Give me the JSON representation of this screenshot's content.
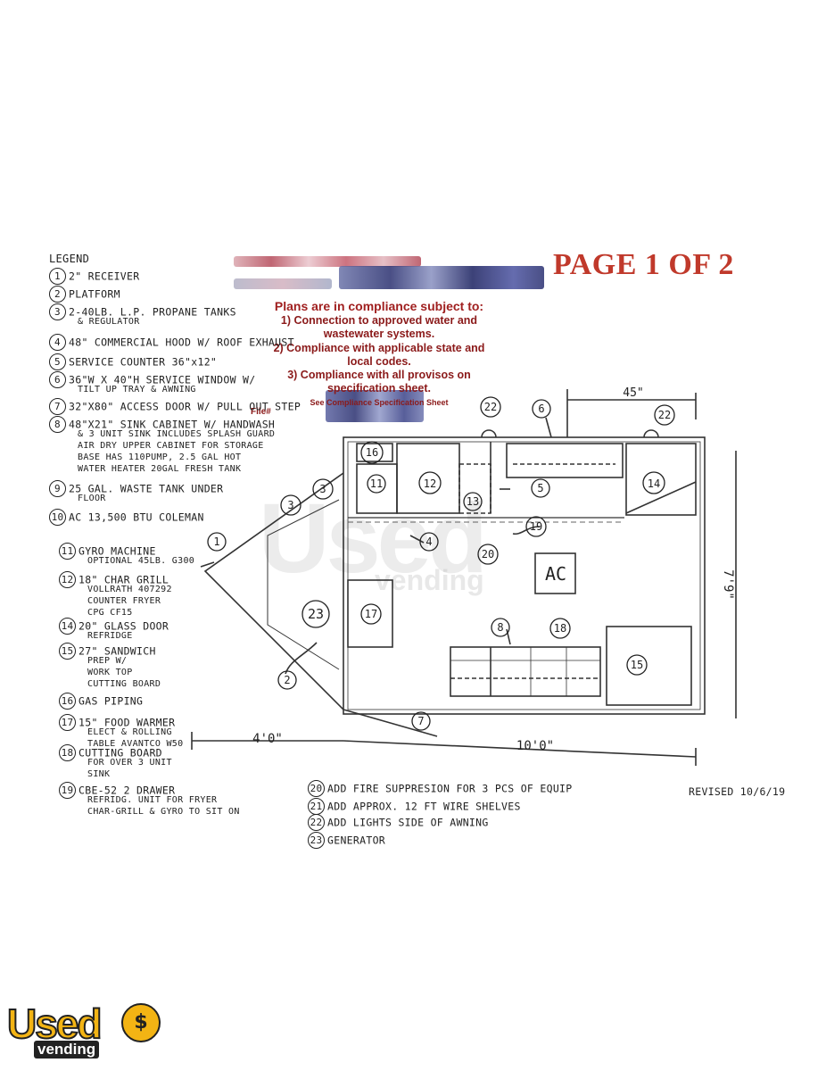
{
  "page_title": "PAGE 1 OF 2",
  "legend": {
    "title": "LEGEND",
    "items": [
      {
        "num": "1",
        "text": "2\" RECEIVER",
        "sub": []
      },
      {
        "num": "2",
        "text": "PLATFORM",
        "sub": []
      },
      {
        "num": "3",
        "text": "2-40LB. L.P. PROPANE TANKS",
        "sub": [
          "& REGULATOR"
        ]
      },
      {
        "num": "4",
        "text": "48\" COMMERCIAL HOOD W/ ROOF EXHAUST",
        "sub": []
      },
      {
        "num": "5",
        "text": "SERVICE COUNTER 36\"x12\"",
        "sub": []
      },
      {
        "num": "6",
        "text": "36\"W X 40\"H SERVICE WINDOW W/",
        "sub": [
          "TILT UP TRAY & AWNING"
        ]
      },
      {
        "num": "7",
        "text": "32\"X80\" ACCESS DOOR W/ PULL OUT STEP",
        "sub": []
      },
      {
        "num": "8",
        "text": "48\"X21\" SINK CABINET W/ HANDWASH",
        "sub": [
          "& 3 UNIT SINK INCLUDES SPLASH GUARD",
          "AIR DRY UPPER CABINET FOR STORAGE",
          "BASE HAS 110PUMP, 2.5 GAL HOT",
          "WATER HEATER 20GAL FRESH TANK"
        ]
      },
      {
        "num": "9",
        "text": "25 GAL. WASTE TANK UNDER",
        "sub": [
          "FLOOR"
        ]
      },
      {
        "num": "10",
        "text": "AC 13,500 BTU COLEMAN",
        "sub": []
      },
      {
        "num": "11",
        "text": "GYRO MACHINE",
        "sub": [
          "OPTIONAL 45LB. G300"
        ]
      },
      {
        "num": "12",
        "text": "18\" CHAR GRILL",
        "sub": [
          "VOLLRATH 407292",
          "COUNTER FRYER",
          "CPG CF15"
        ]
      },
      {
        "num": "14",
        "text": "20\" GLASS DOOR",
        "sub": [
          "REFRIDGE"
        ]
      },
      {
        "num": "15",
        "text": "27\" SANDWICH",
        "sub": [
          "PREP W/",
          "WORK TOP",
          "CUTTING BOARD"
        ]
      },
      {
        "num": "16",
        "text": "GAS PIPING",
        "sub": []
      },
      {
        "num": "17",
        "text": "15\" FOOD WARMER",
        "sub": [
          "ELECT & ROLLING",
          "TABLE AVANTCO W50"
        ]
      },
      {
        "num": "18",
        "text": "CUTTING BOARD",
        "sub": [
          "FOR OVER 3 UNIT",
          "SINK"
        ]
      },
      {
        "num": "19",
        "text": "CBE-52 2 DRAWER",
        "sub": [
          "REFRIDG. UNIT FOR FRYER",
          "CHAR-GRILL & GYRO TO SIT ON"
        ]
      },
      {
        "num": "20",
        "text": "ADD FIRE SUPPRESION FOR 3 PCS OF EQUIP",
        "sub": []
      },
      {
        "num": "21",
        "text": "ADD APPROX. 12 FT WIRE SHELVES",
        "sub": []
      },
      {
        "num": "22",
        "text": "ADD LIGHTS SIDE OF AWNING",
        "sub": []
      },
      {
        "num": "23",
        "text": "GENERATOR",
        "sub": []
      }
    ]
  },
  "stamp": {
    "title": "Plans are in compliance subject to:",
    "lines": [
      "1) Connection to approved water and",
      "wastewater systems.",
      "2) Compliance with applicable state and",
      "local codes.",
      "3) Compliance with all provisos on",
      "specification sheet."
    ],
    "see": "See Compliance Specification Sheet",
    "file": "File#"
  },
  "revised": "REVISED 10/6/19",
  "plan": {
    "labels": {
      "ac": "AC",
      "dim_45": "45\"",
      "dim_79": "7'9\"",
      "dim_40": "4'0\"",
      "dim_100": "10'0\"",
      "n1": "1",
      "n2": "2",
      "n3a": "3",
      "n3b": "3",
      "n4": "4",
      "n5": "5",
      "n6": "6",
      "n7": "7",
      "n8": "8",
      "n11": "11",
      "n12": "12",
      "n13": "13",
      "n14": "14",
      "n15": "15",
      "n16": "16",
      "n17": "17",
      "n18": "18",
      "n19": "19",
      "n20": "20",
      "n22a": "22",
      "n22b": "22",
      "n23": "23"
    }
  },
  "watermark": {
    "main": "Used",
    "sub": "vending"
  },
  "logo": {
    "main": "Used",
    "sub": "vending",
    "coin": "$"
  },
  "colors": {
    "title_red": "#c0392b",
    "stamp_red": "#8b1a1a",
    "logo_yellow": "#f3b414"
  }
}
